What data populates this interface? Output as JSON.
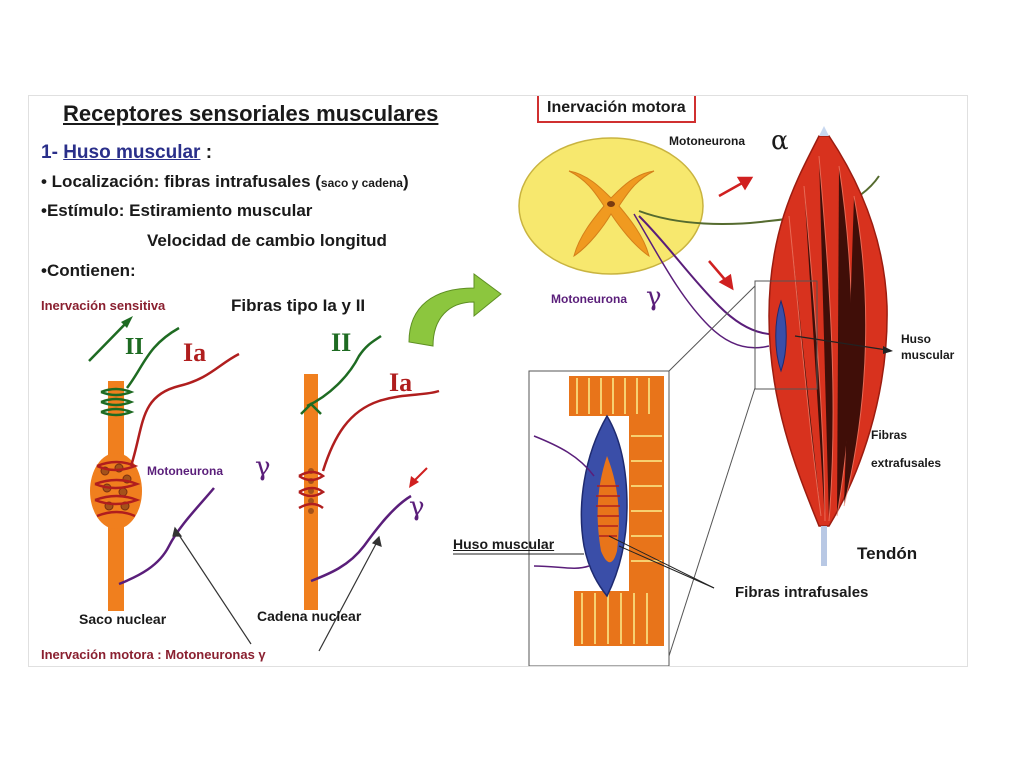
{
  "title": "Receptores sensoriales musculares",
  "section": {
    "number": "1-",
    "name": "Huso muscular",
    "suffix": ":"
  },
  "bullets": {
    "localizacion_prefix": "• Localización:  fibras intrafusales (",
    "localizacion_small": "saco y cadena",
    "localizacion_suffix": ")",
    "estimulo_label": "•Estímulo: Estiramiento muscular",
    "estimulo_second": "Velocidad de cambio longitud",
    "contienen": "•Contienen:"
  },
  "left_diagram": {
    "inervacion_sensitiva": "Inervación sensitiva",
    "fibras_tipo": "Fibras tipo Ia y II",
    "fiber_II": "II",
    "fiber_Ia": "Ia",
    "motoneurona": "Motoneurona",
    "gamma": "γ",
    "saco_nuclear": "Saco nuclear",
    "cadena_nuclear": "Cadena nuclear",
    "inervacion_motora": "Inervación motora : Motoneuronas γ"
  },
  "right_diagram": {
    "inervacion_motora": "Inervación motora",
    "motoneurona_alpha": "Motoneurona",
    "alpha": "α",
    "motoneurona_gamma": "Motoneurona",
    "gamma": "γ",
    "huso_muscular_1": "Huso",
    "huso_muscular_2": "muscular",
    "fibras_1": "Fibras",
    "fibras_2": "extrafusales",
    "tendon": "Tendón",
    "huso_muscular_inset": "Huso muscular",
    "fibras_intrafusales": "Fibras intrafusales"
  },
  "colors": {
    "title_blue": "#2a2f8a",
    "fiber_green": "#1e6b22",
    "fiber_red": "#b01e1e",
    "motor_purple": "#5a1e7a",
    "intrafusal_orange": "#f07f1e",
    "muscle_red": "#d8321e",
    "spinal_yellow": "#f5e46a",
    "arrow_green": "#8cc63e"
  }
}
